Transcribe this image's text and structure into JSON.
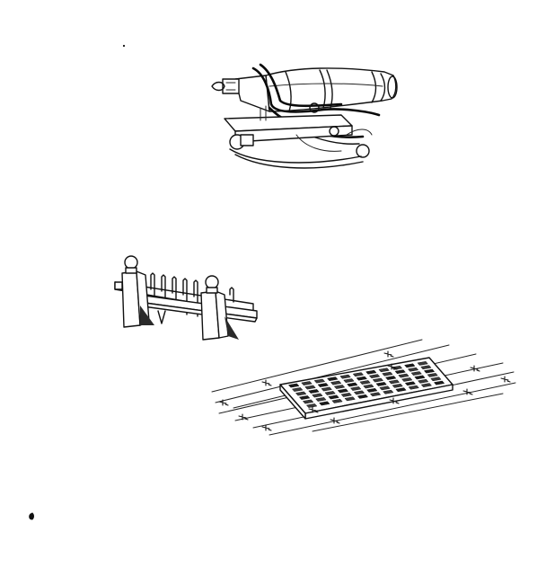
{
  "drawings": [
    {
      "id": "cannon",
      "icon": "cannon-on-carriage-sketch"
    },
    {
      "id": "spiked-gate",
      "icon": "spiked-gate-barrier-sketch"
    },
    {
      "id": "deck-grating",
      "icon": "deck-grating-with-planks-sketch"
    }
  ],
  "colors": {
    "ink": "#111111",
    "paper": "#ffffff"
  }
}
